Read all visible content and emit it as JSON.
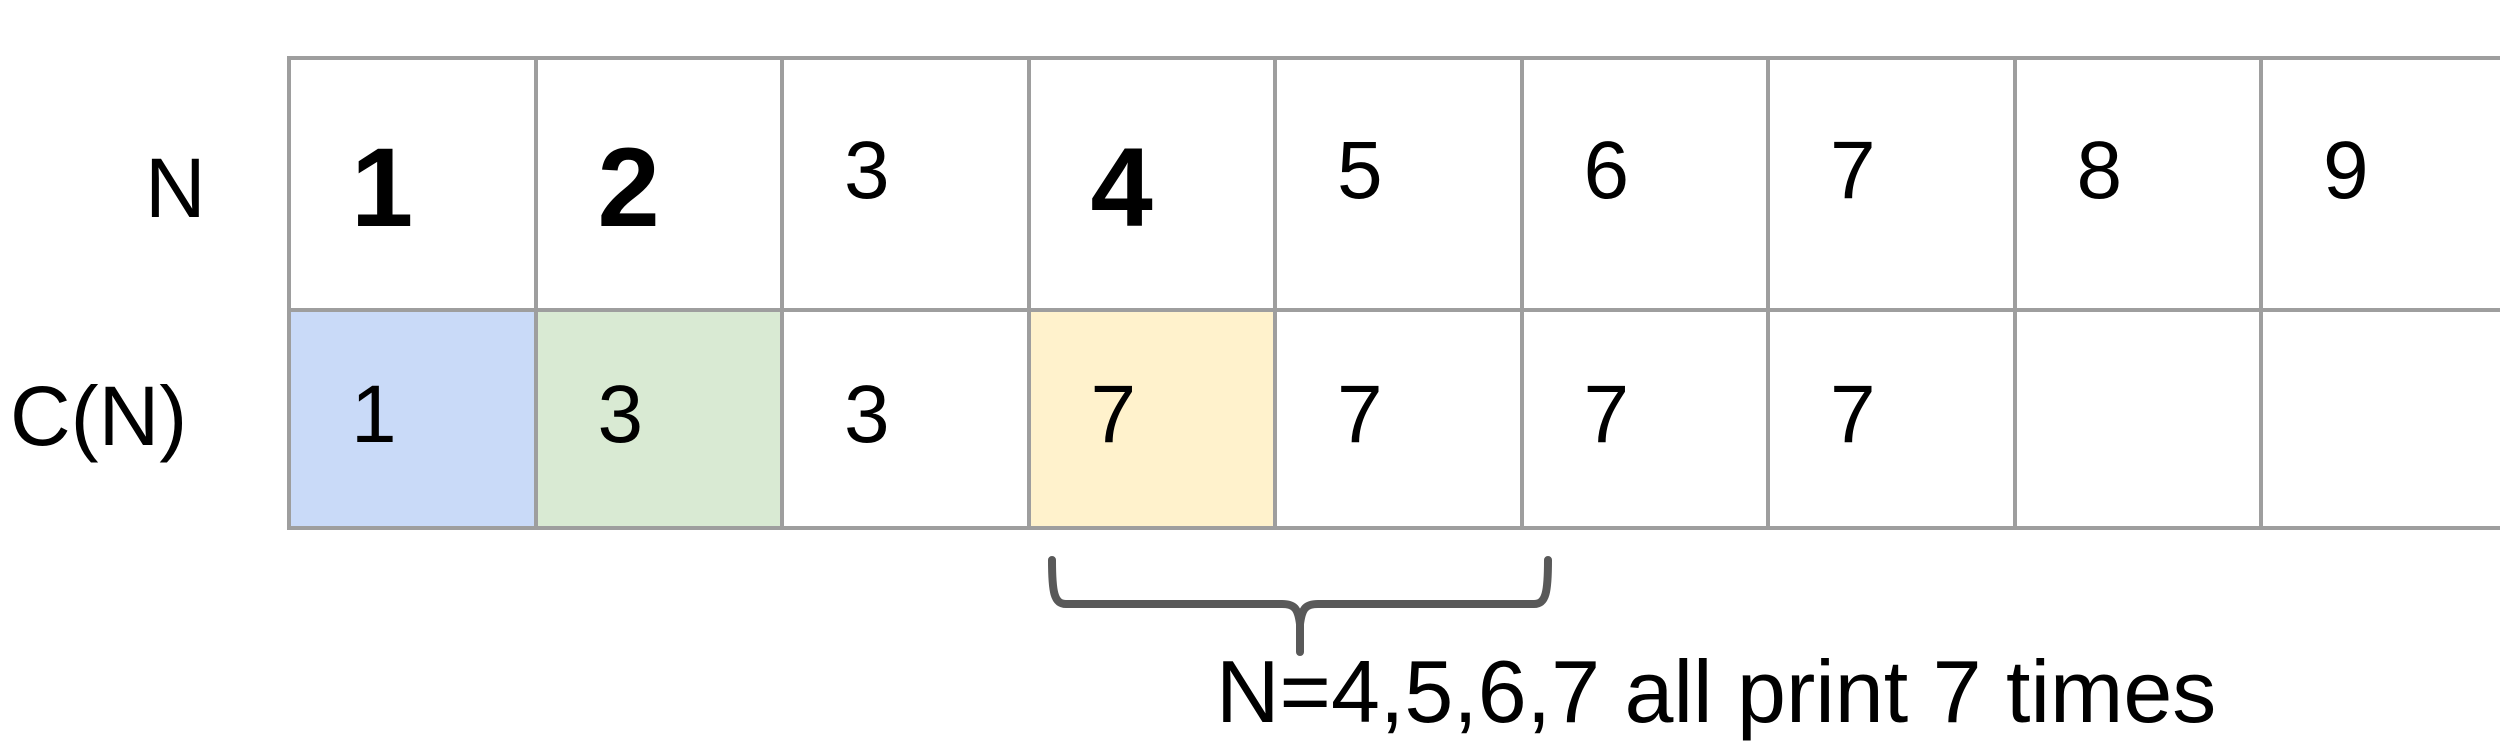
{
  "row_labels": {
    "n": "N",
    "cn": "C(N)"
  },
  "n_values": [
    {
      "label": "1",
      "bold": true
    },
    {
      "label": "2",
      "bold": true
    },
    {
      "label": "3",
      "bold": false
    },
    {
      "label": "4",
      "bold": true
    },
    {
      "label": "5",
      "bold": false
    },
    {
      "label": "6",
      "bold": false
    },
    {
      "label": "7",
      "bold": false
    },
    {
      "label": "8",
      "bold": false
    },
    {
      "label": "9",
      "bold": false
    }
  ],
  "c_values": [
    {
      "label": "1",
      "color": "#c9daf8"
    },
    {
      "label": "3",
      "color": "#d9ead3"
    },
    {
      "label": "3",
      "color": "#ffffff"
    },
    {
      "label": "7",
      "color": "#fff2cc"
    },
    {
      "label": "7",
      "color": "#ffffff"
    },
    {
      "label": "7",
      "color": "#ffffff"
    },
    {
      "label": "7",
      "color": "#ffffff"
    },
    {
      "label": "",
      "color": "#ffffff"
    },
    {
      "label": "",
      "color": "#ffffff"
    }
  ],
  "annotation": {
    "text": "N=4,5,6,7 all print 7 times"
  },
  "colors": {
    "grid_line": "#9e9e9e",
    "brace": "#595959"
  }
}
